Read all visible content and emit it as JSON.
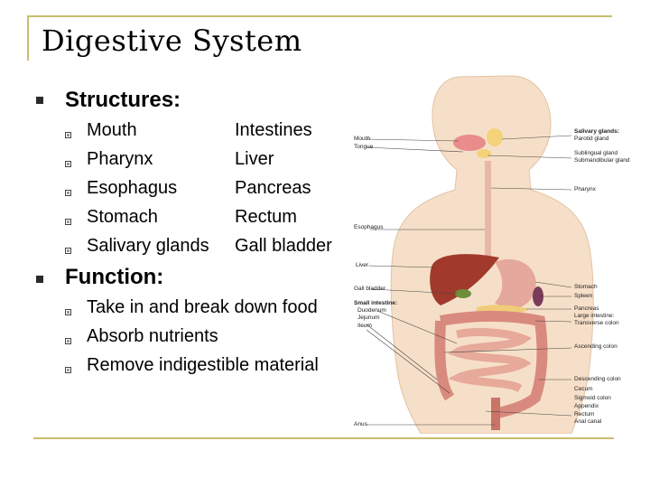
{
  "title": "Digestive System",
  "structures": {
    "heading": "Structures:",
    "left_column": [
      "Mouth",
      "Pharynx",
      "Esophagus",
      "Stomach",
      "Salivary glands"
    ],
    "right_column": [
      "Intestines",
      "Liver",
      "Pancreas",
      "Rectum",
      "Gall bladder"
    ]
  },
  "function": {
    "heading": "Function:",
    "items": [
      "Take in and break down food",
      "Absorb nutrients",
      "Remove indigestible material"
    ]
  },
  "figure": {
    "left_labels": [
      "Mouth",
      "Tongue",
      "Esophagus",
      "Liver",
      "Gall bladder",
      "Small intestine:",
      "Duodenum",
      "Jejunum",
      "Ileum",
      "Anus"
    ],
    "right_labels": [
      "Salivary glands:",
      "Parotid gland",
      "Sublingual gland",
      "Submandibular gland",
      "Pharynx",
      "Stomach",
      "Spleen",
      "Pancreas",
      "Large intestine:",
      "Transverse colon",
      "Ascending colon",
      "Descending colon",
      "Cecum",
      "Sigmoid colon",
      "Appendix",
      "Rectum",
      "Anal canal"
    ]
  },
  "colors": {
    "accent_line": "#c8be6e"
  }
}
